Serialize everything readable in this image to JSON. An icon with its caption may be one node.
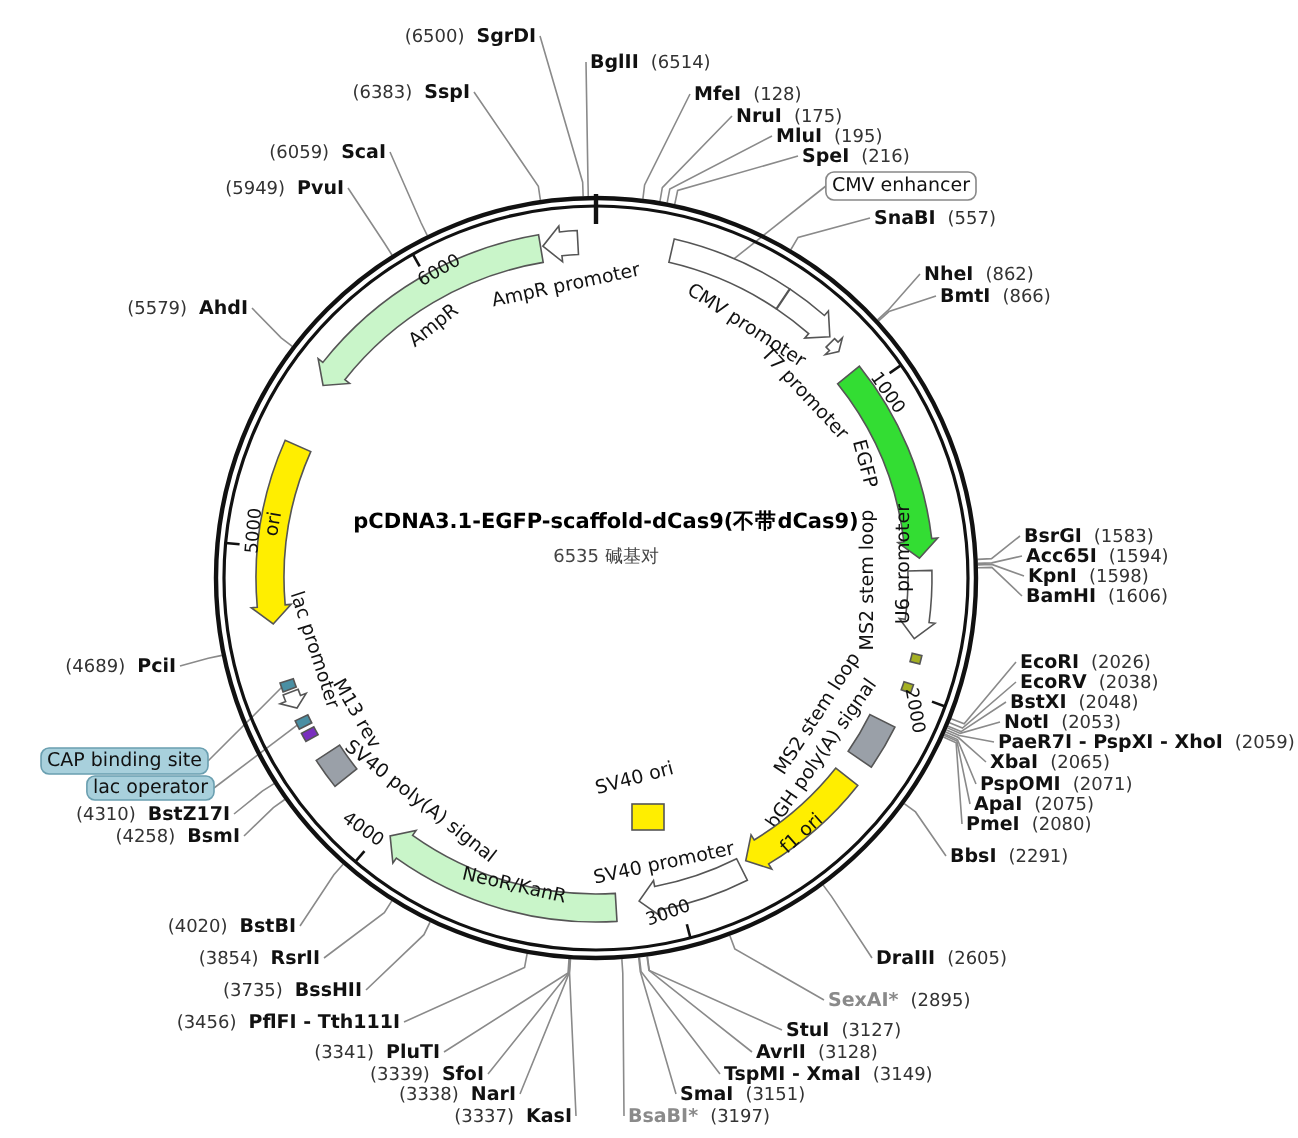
{
  "diagram": {
    "title": "pCDNA3.1-EGFP-scaffold-dCas9(不带dCas9)",
    "caption": "6535 碱基对",
    "nodes": [
      {
        "text": [],
        "shape": "circle"
      },
      {
        "text": [
          "SgrDI"
        ],
        "beside": [
          "(6500)"
        ]
      },
      {
        "text": [
          "BglII"
        ],
        "beside": [
          "(6514)"
        ]
      },
      {
        "text": [
          "SspI"
        ],
        "beside": [
          "(6383)"
        ]
      },
      {
        "text": [
          "MfeI"
        ],
        "beside": [
          "(128)"
        ]
      },
      {
        "text": [
          "NruI"
        ],
        "beside": [
          "(175)"
        ]
      },
      {
        "text": [
          "MluI"
        ],
        "beside": [
          "(195)"
        ]
      },
      {
        "text": [
          "SpeI"
        ],
        "beside": [
          "(216)"
        ]
      },
      {
        "text": [
          "ScaI"
        ],
        "beside": [
          "(6059)"
        ]
      },
      {
        "text": [
          "CMV enhancer"
        ]
      },
      {
        "text": [
          "PvuI"
        ],
        "beside": [
          "(5949)"
        ]
      },
      {
        "text": [
          "SnaBI"
        ],
        "beside": [
          "(557)"
        ]
      },
      {
        "text": [
          "NheI"
        ],
        "beside": [
          "(862)"
        ]
      },
      {
        "text": [
          "BmtI"
        ],
        "beside": [
          "(866)"
        ]
      },
      {
        "text": [
          "AhdI"
        ],
        "beside": [
          "(5579)"
        ]
      },
      {
        "text": [],
        "shape": "bar",
        "in": 0
      },
      {
        "text": [
          "AmpR promoter"
        ],
        "in": 0
      },
      {
        "text": [
          "AmpR"
        ],
        "in": 0
      },
      {
        "text": [
          "CMV promoter"
        ],
        "in": 0
      },
      {
        "text": [
          "T7 promoter"
        ],
        "in": 0
      },
      {
        "text": [
          "EGFP"
        ],
        "in": 0
      },
      {
        "text": [
          "ori"
        ],
        "in": 0
      },
      {
        "text": [
          "U6 promoter"
        ],
        "in": 0
      },
      {
        "text": [
          "MS2 stem loop"
        ],
        "in": 0
      },
      {
        "text": [
          "BsrGI"
        ],
        "beside": [
          "(1583)"
        ]
      },
      {
        "text": [
          "Acc65I"
        ],
        "beside": [
          "(1594)"
        ]
      },
      {
        "text": [
          "KpnI"
        ],
        "beside": [
          "(1598)"
        ]
      },
      {
        "text": [
          "BamHI"
        ],
        "beside": [
          "(1606)"
        ]
      },
      {
        "text": [
          "EcoRI"
        ],
        "beside": [
          "(2026)"
        ]
      },
      {
        "text": [
          "EcoRV"
        ],
        "beside": [
          "(2038)"
        ]
      },
      {
        "text": [
          "BstXI"
        ],
        "beside": [
          "(2048)"
        ]
      },
      {
        "text": [
          "NotI"
        ],
        "beside": [
          "(2053)"
        ]
      },
      {
        "text": [
          "PaeR7I - PspXI - XhoI"
        ],
        "beside": [
          "(2059)"
        ]
      },
      {
        "text": [
          "XbaI"
        ],
        "beside": [
          "(2065)"
        ]
      },
      {
        "text": [
          "PspOMI"
        ],
        "beside": [
          "(2071)"
        ]
      },
      {
        "text": [
          "ApaI"
        ],
        "beside": [
          "(2075)"
        ]
      },
      {
        "text": [
          "PmeI"
        ],
        "beside": [
          "(2080)"
        ]
      },
      {
        "text": [
          "BbsI"
        ],
        "beside": [
          "(2291)"
        ]
      },
      {
        "text": [
          "PciI"
        ],
        "beside": [
          "(4689)"
        ]
      },
      {
        "text": [
          "lac promoter"
        ],
        "in": 0
      },
      {
        "text": [
          "M13 rev"
        ],
        "in": 0
      },
      {
        "text": [],
        "shape": "bar",
        "in": 0
      },
      {
        "text": [],
        "shape": "bar",
        "in": 0
      },
      {
        "text": [
          "CAP binding site"
        ]
      },
      {
        "text": [
          "lac operator"
        ]
      },
      {
        "text": [
          "MS2 stem loop"
        ],
        "in": 0
      },
      {
        "text": [
          "bGH poly(A) signal"
        ],
        "in": 0
      },
      {
        "text": [
          "SV40 ori"
        ],
        "in": 0
      },
      {
        "text": [
          "SV40 poly(A) signal"
        ],
        "in": 0
      },
      {
        "text": [
          "f1 ori"
        ],
        "in": 0
      },
      {
        "text": [
          "BstZ17I"
        ],
        "beside": [
          "(4310)"
        ]
      },
      {
        "text": [
          "BsmI"
        ],
        "beside": [
          "(4258)"
        ]
      },
      {
        "text": [
          "SV40 promoter"
        ],
        "in": 0
      },
      {
        "text": [
          "NeoR/KanR"
        ],
        "in": 0
      },
      {
        "text": [
          "BstBI"
        ],
        "beside": [
          "(4020)"
        ]
      },
      {
        "text": [
          "DraIII"
        ],
        "beside": [
          "(2605)"
        ]
      },
      {
        "text": [
          "RsrII"
        ],
        "beside": [
          "(3854)"
        ]
      },
      {
        "text": [
          "BssHII"
        ],
        "beside": [
          "(3735)"
        ]
      },
      {
        "text": [
          "SexAI*"
        ],
        "beside": [
          "(2895)"
        ]
      },
      {
        "text": [
          "PflFI - Tth111I"
        ],
        "beside": [
          "(3456)"
        ]
      },
      {
        "text": [
          "StuI"
        ],
        "beside": [
          "(3127)"
        ]
      },
      {
        "text": [
          "PluTI"
        ],
        "beside": [
          "(3341)"
        ]
      },
      {
        "text": [
          "AvrII"
        ],
        "beside": [
          "(3128)"
        ]
      },
      {
        "text": [
          "SfoI"
        ],
        "beside": [
          "(3339)"
        ]
      },
      {
        "text": [
          "TspMI - XmaI"
        ],
        "beside": [
          "(3149)"
        ]
      },
      {
        "text": [
          "NarI"
        ],
        "beside": [
          "(3338)"
        ]
      },
      {
        "text": [
          "SmaI"
        ],
        "beside": [
          "(3151)"
        ]
      },
      {
        "text": [
          "KasI"
        ],
        "beside": [
          "(3337)"
        ]
      },
      {
        "text": [
          "BsaBI*"
        ],
        "beside": [
          "(3197)"
        ]
      }
    ],
    "edges": [
      {
        "from": 1,
        "to": 0,
        "arrow": "none"
      },
      {
        "from": 2,
        "to": 0,
        "arrow": "none"
      },
      {
        "from": 3,
        "to": 0,
        "arrow": "none"
      },
      {
        "from": 4,
        "to": 0,
        "arrow": "none"
      },
      {
        "from": 5,
        "to": 0,
        "arrow": "none"
      },
      {
        "from": 6,
        "to": 0,
        "arrow": "none"
      },
      {
        "from": 7,
        "to": 0,
        "arrow": "none"
      },
      {
        "from": 8,
        "to": 0,
        "arrow": "none"
      },
      {
        "from": 9,
        "to": 15,
        "arrow": "none"
      },
      {
        "from": 10,
        "to": 0,
        "arrow": "none"
      },
      {
        "from": 11,
        "to": 0,
        "arrow": "none"
      },
      {
        "from": 12,
        "to": 0,
        "arrow": "none"
      },
      {
        "from": 13,
        "to": 0,
        "arrow": "none"
      },
      {
        "from": 14,
        "to": 0,
        "arrow": "none"
      },
      {
        "from": 24,
        "to": 0,
        "arrow": "none"
      },
      {
        "from": 25,
        "to": 0,
        "arrow": "none"
      },
      {
        "from": 26,
        "to": 0,
        "arrow": "none"
      },
      {
        "from": 27,
        "to": 0,
        "arrow": "none"
      },
      {
        "from": 28,
        "to": 0,
        "arrow": "none"
      },
      {
        "from": 29,
        "to": 0,
        "arrow": "none"
      },
      {
        "from": 30,
        "to": 0,
        "arrow": "none"
      },
      {
        "from": 31,
        "to": 0,
        "arrow": "none"
      },
      {
        "from": 32,
        "to": 0,
        "arrow": "none"
      },
      {
        "from": 33,
        "to": 0,
        "arrow": "none"
      },
      {
        "from": 34,
        "to": 0,
        "arrow": "none"
      },
      {
        "from": 35,
        "to": 0,
        "arrow": "none"
      },
      {
        "from": 36,
        "to": 0,
        "arrow": "none"
      },
      {
        "from": 37,
        "to": 0,
        "arrow": "none"
      },
      {
        "from": 38,
        "to": 0,
        "arrow": "none"
      },
      {
        "from": 43,
        "to": 41,
        "arrow": "none"
      },
      {
        "from": 44,
        "to": 42,
        "arrow": "none"
      },
      {
        "from": 50,
        "to": 0,
        "arrow": "none"
      },
      {
        "from": 51,
        "to": 0,
        "arrow": "none"
      },
      {
        "from": 54,
        "to": 0,
        "arrow": "none"
      },
      {
        "from": 55,
        "to": 0,
        "arrow": "none"
      },
      {
        "from": 56,
        "to": 0,
        "arrow": "none"
      },
      {
        "from": 57,
        "to": 0,
        "arrow": "none"
      },
      {
        "from": 58,
        "to": 0,
        "arrow": "none"
      },
      {
        "from": 59,
        "to": 0,
        "arrow": "none"
      },
      {
        "from": 60,
        "to": 0,
        "arrow": "none"
      },
      {
        "from": 61,
        "to": 0,
        "arrow": "none"
      },
      {
        "from": 62,
        "to": 0,
        "arrow": "none"
      },
      {
        "from": 63,
        "to": 0,
        "arrow": "none"
      },
      {
        "from": 64,
        "to": 0,
        "arrow": "none"
      },
      {
        "from": 65,
        "to": 0,
        "arrow": "none"
      },
      {
        "from": 66,
        "to": 0,
        "arrow": "none"
      },
      {
        "from": 67,
        "to": 0,
        "arrow": "none"
      },
      {
        "from": 68,
        "to": 0,
        "arrow": "none"
      }
    ],
    "labels": [
      "6000",
      "1000",
      "5000",
      "2000",
      "4000",
      "3000"
    ]
  }
}
